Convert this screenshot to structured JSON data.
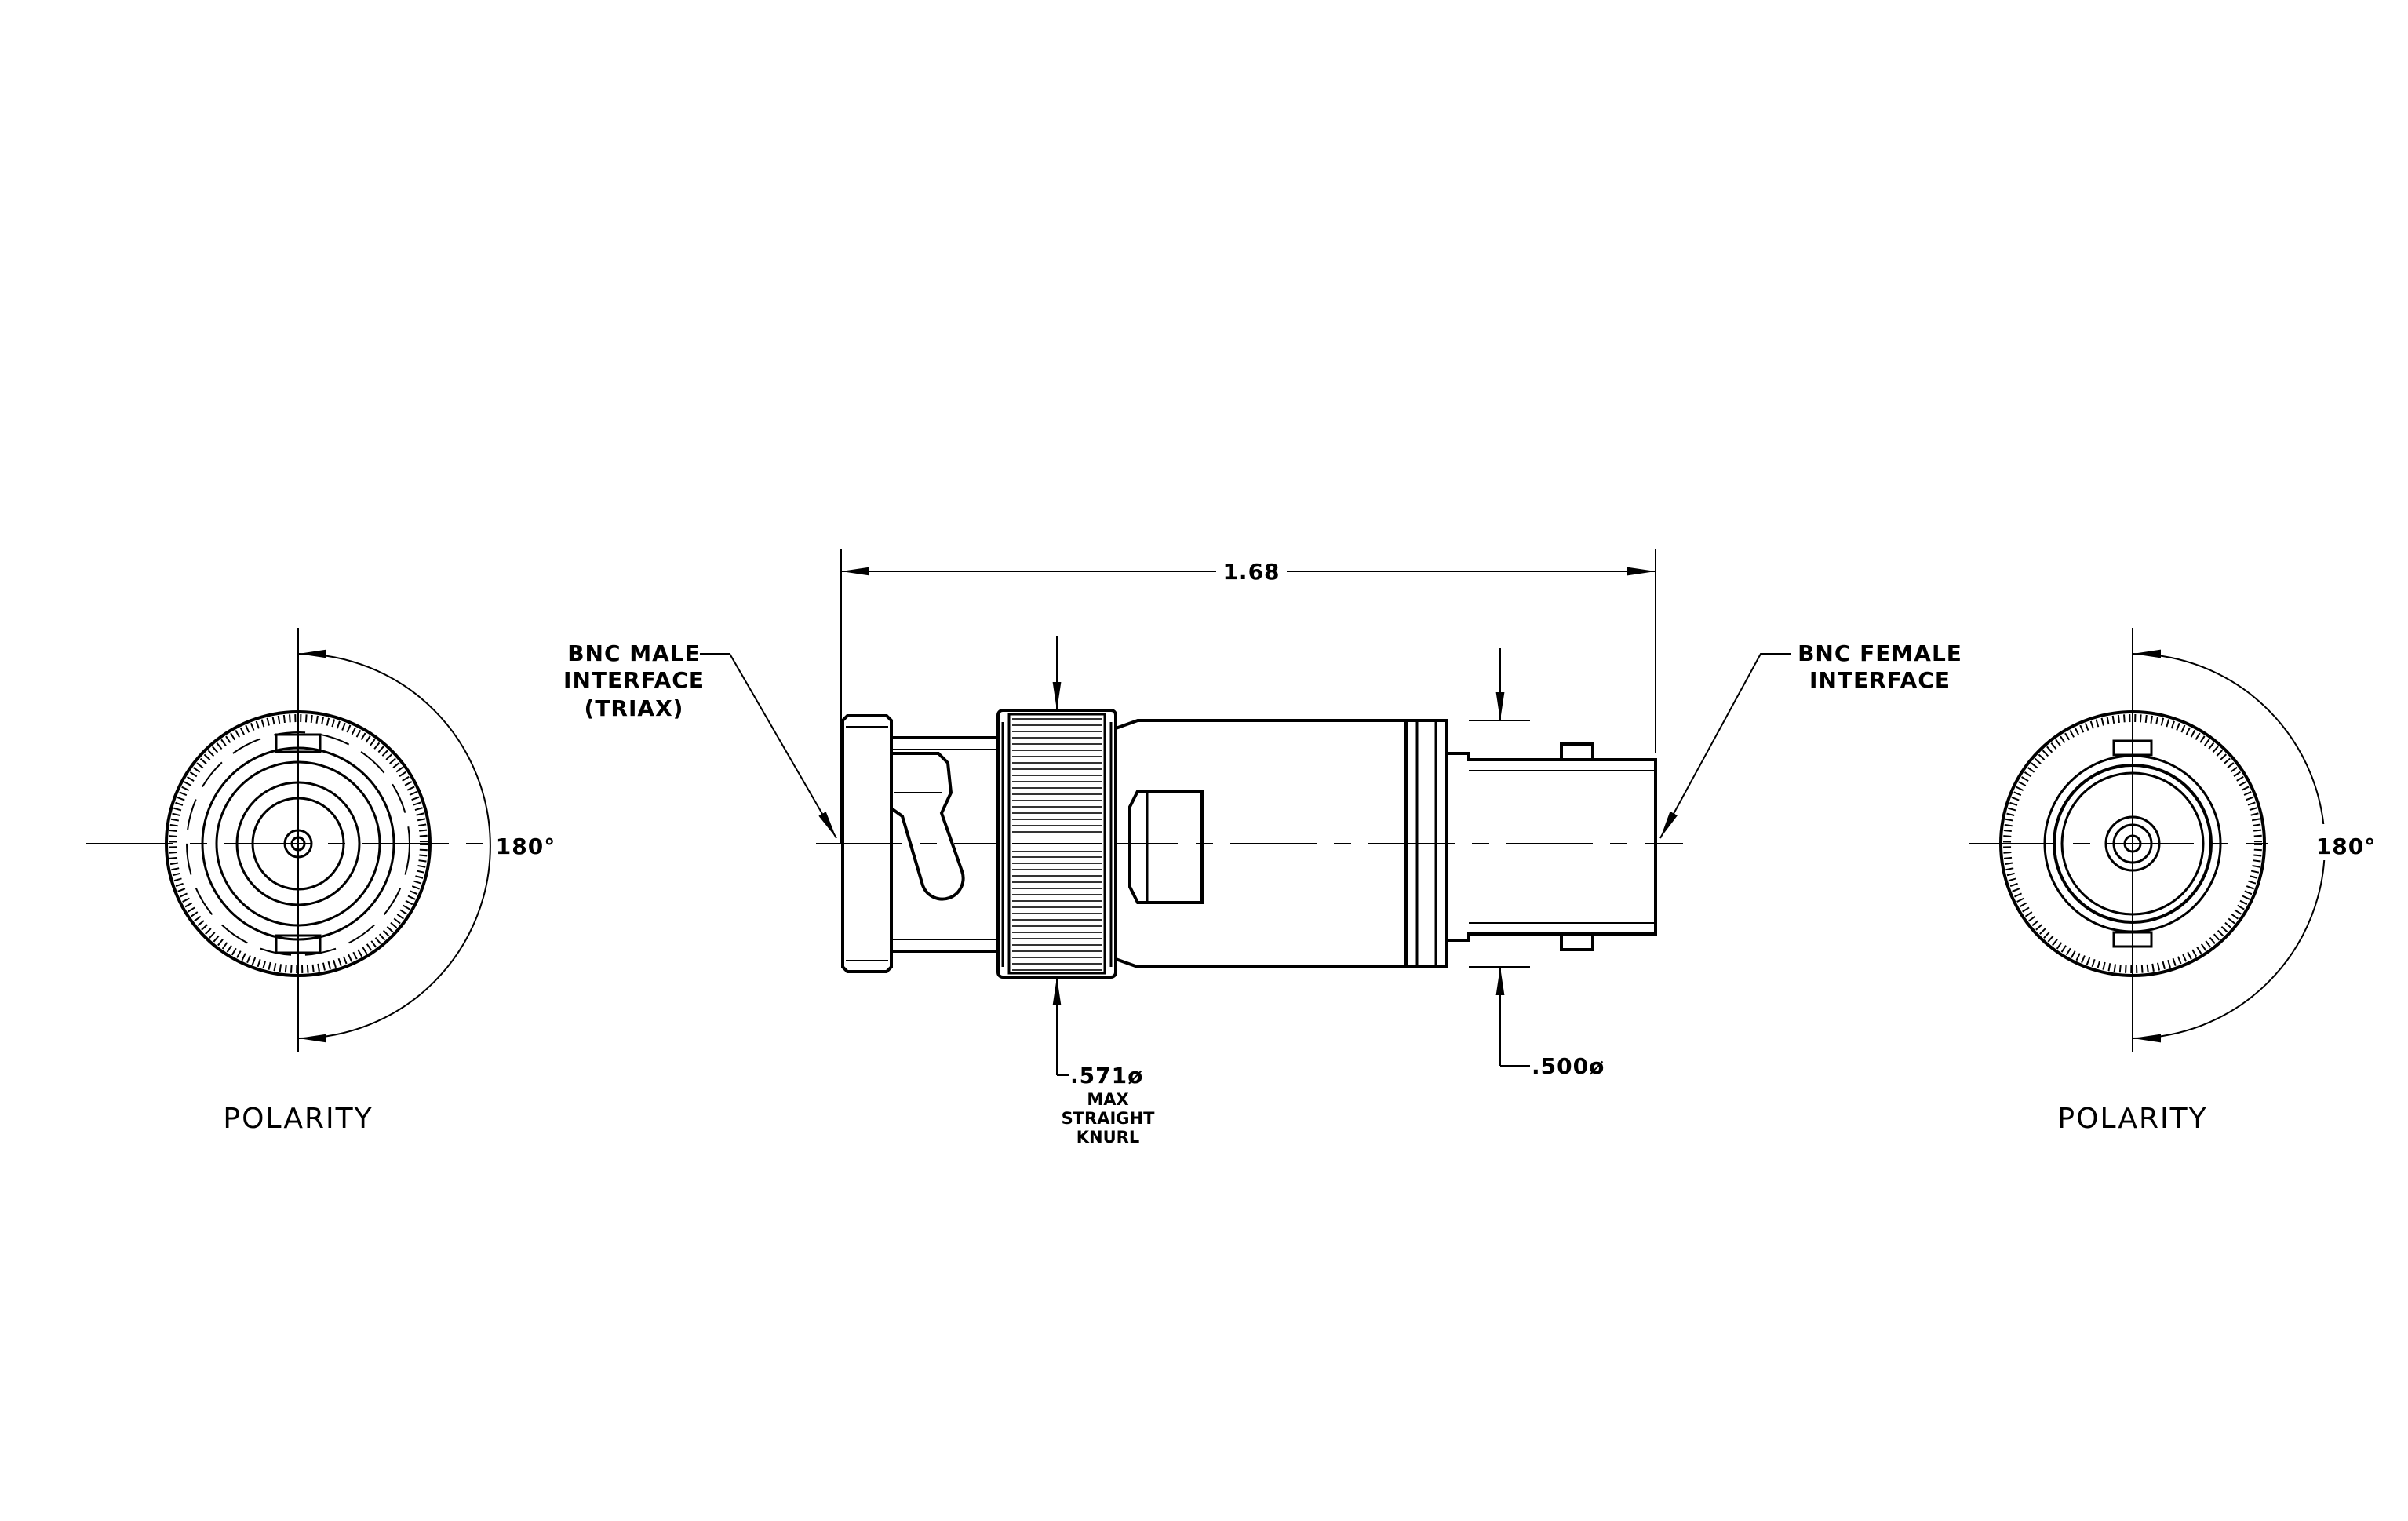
{
  "labels": {
    "overall_length": "1.68",
    "male_interface": [
      "BNC MALE",
      "INTERFACE",
      "(TRIAX)"
    ],
    "female_interface": [
      "BNC FEMALE",
      "INTERFACE"
    ],
    "knurl_dim": ".571ø",
    "knurl_note": [
      "MAX",
      "STRAIGHT",
      "KNURL"
    ],
    "body_dim": ".500ø",
    "left_angle": "180°",
    "right_angle": "180°",
    "left_caption": "POLARITY",
    "right_caption": "POLARITY"
  }
}
